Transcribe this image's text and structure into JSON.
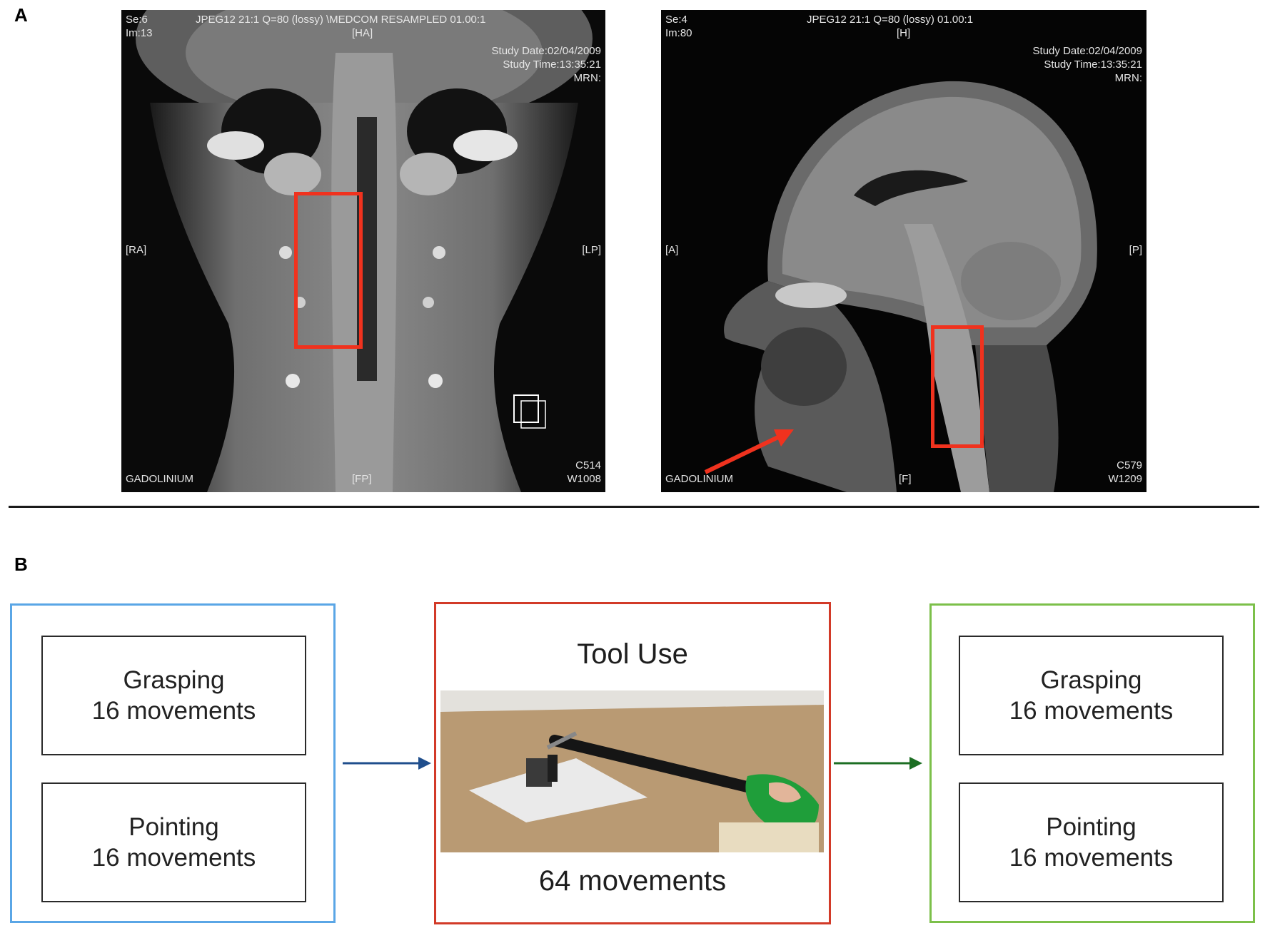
{
  "panel_a": {
    "label": "A",
    "coronal": {
      "top_left": [
        "Se:6",
        "Im:13"
      ],
      "top_center": "JPEG12 21:1 Q=80 (lossy) \\MEDCOM RESAMPLED 01.00:1",
      "orient_top": "[HA]",
      "top_right": [
        "Study Date:02/04/2009",
        "Study Time:13:35:21",
        "MRN:"
      ],
      "orient_left": "[RA]",
      "orient_right": "[LP]",
      "bottom_left": "GADOLINIUM",
      "orient_bottom": "[FP]",
      "bottom_right": [
        "C514",
        "W1008"
      ]
    },
    "sagittal": {
      "top_left": [
        "Se:4",
        "Im:80"
      ],
      "top_center": "JPEG12 21:1 Q=80 (lossy) 01.00:1",
      "orient_top": "[H]",
      "top_right": [
        "Study Date:02/04/2009",
        "Study Time:13:35:21",
        "MRN:"
      ],
      "orient_left": "[A]",
      "orient_right": "[P]",
      "bottom_left": "GADOLINIUM",
      "orient_bottom": "[F]",
      "bottom_right": [
        "C579",
        "W1209"
      ]
    },
    "roi_color": "#f0321e"
  },
  "panel_b": {
    "label": "B",
    "pre": {
      "border_color": "#5aa6e6",
      "grasping": [
        "Grasping",
        "16 movements"
      ],
      "pointing": [
        "Pointing",
        "16 movements"
      ]
    },
    "tool_use": {
      "border_color": "#d23a28",
      "title": "Tool Use",
      "count": "64 movements"
    },
    "post": {
      "border_color": "#7cc04a",
      "grasping": [
        "Grasping",
        "16 movements"
      ],
      "pointing": [
        "Pointing",
        "16 movements"
      ]
    },
    "arrow_pre_color": "#1f4e8c",
    "arrow_post_color": "#1c6e23"
  }
}
